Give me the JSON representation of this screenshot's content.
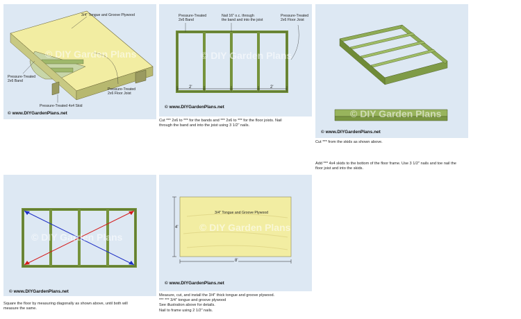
{
  "watermark": "© DIY Garden Plans",
  "copyright": "© www.DIYGardenPlans.net",
  "panel1": {
    "label_plywood": "3/4\" Tongue and Groove Plywood",
    "label_band": "Pressure-Treated\n2x6 Band",
    "label_joist": "Pressure-Treated\n2x6 Floor Joist",
    "label_skid": "Pressure-Treated 4x4 Skid"
  },
  "panel2": {
    "label_pt": "Pressure-Treated\n2x6 Band",
    "label_nails": "Nail 16\" o.c. through\nthe band and into the joist",
    "label_joist": "Pressure-Treated\n2x6 Floor Joist",
    "dim_left": "2'",
    "dim_right": "2'",
    "caption": "Cut *** 2x6 to *** for the bands and *** 2x6 to *** for the floor joists. Nail\nthrough the band and into the joist using 3 1/2\" nails."
  },
  "panel3": {
    "caption": "Cut *** from the skids as shown above.",
    "caption2": "Add *** 4x4 skids to the bottom of the floor frame. Use 3 1/2\" nails and toe nail the\nfloor joist and into the skids."
  },
  "panel4": {
    "caption": "Square the floor by measuring diagonally as shown above, until both will\nmeasure the same."
  },
  "panel5": {
    "label_plywood": "3/4\" Tongue and Groove Plywood",
    "dim_side": "4'",
    "dim_bottom": "8'",
    "caption": "Measure, cut, and install the 3/4\" thick tongue and groove plywood.\n*** *** 3/4\" tongue and groove plywood\nSee illustration above for details.\nNail to frame using 2 1/2\" nails."
  }
}
